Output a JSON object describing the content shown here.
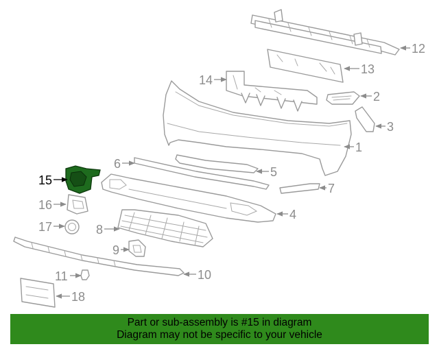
{
  "callouts": {
    "c1": "1",
    "c2": "2",
    "c3": "3",
    "c4": "4",
    "c5": "5",
    "c6": "6",
    "c7": "7",
    "c8": "8",
    "c9": "9",
    "c10": "10",
    "c11": "11",
    "c12": "12",
    "c13": "13",
    "c14": "14",
    "c15": "15",
    "c16": "16",
    "c17": "17",
    "c18": "18"
  },
  "highlight": {
    "part_number": "15",
    "color": "#2f8a1c"
  },
  "banner": {
    "line1": "Part or sub-assembly is #15 in diagram",
    "line2": "Diagram may not be specific to your vehicle"
  }
}
